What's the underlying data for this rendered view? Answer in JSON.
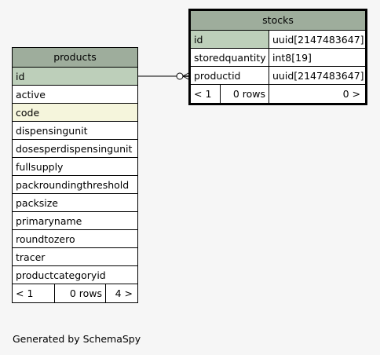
{
  "products": {
    "name": "products",
    "columns": [
      {
        "name": "id",
        "kind": "pk"
      },
      {
        "name": "active",
        "kind": ""
      },
      {
        "name": "code",
        "kind": "idx"
      },
      {
        "name": "dispensingunit",
        "kind": ""
      },
      {
        "name": "dosesperdispensingunit",
        "kind": ""
      },
      {
        "name": "fullsupply",
        "kind": ""
      },
      {
        "name": "packroundingthreshold",
        "kind": ""
      },
      {
        "name": "packsize",
        "kind": ""
      },
      {
        "name": "primaryname",
        "kind": ""
      },
      {
        "name": "roundtozero",
        "kind": ""
      },
      {
        "name": "tracer",
        "kind": ""
      },
      {
        "name": "productcategoryid",
        "kind": ""
      }
    ],
    "footer": {
      "parents": "< 1",
      "rows": "0 rows",
      "children": "4 >"
    }
  },
  "stocks": {
    "name": "stocks",
    "columns": [
      {
        "name": "id",
        "type": "uuid[2147483647]",
        "kind": "pk"
      },
      {
        "name": "storedquantity",
        "type": "int8[19]",
        "kind": ""
      },
      {
        "name": "productid",
        "type": "uuid[2147483647]",
        "kind": ""
      }
    ],
    "footer": {
      "parents": "< 1",
      "rows": "0 rows",
      "children": "0 >"
    }
  },
  "footer_text": "Generated by SchemaSpy",
  "colors": {
    "header": "#9ead9c",
    "primary_key": "#bdcfba",
    "indexed": "#f5f5dc",
    "background": "#f6f6f6"
  }
}
